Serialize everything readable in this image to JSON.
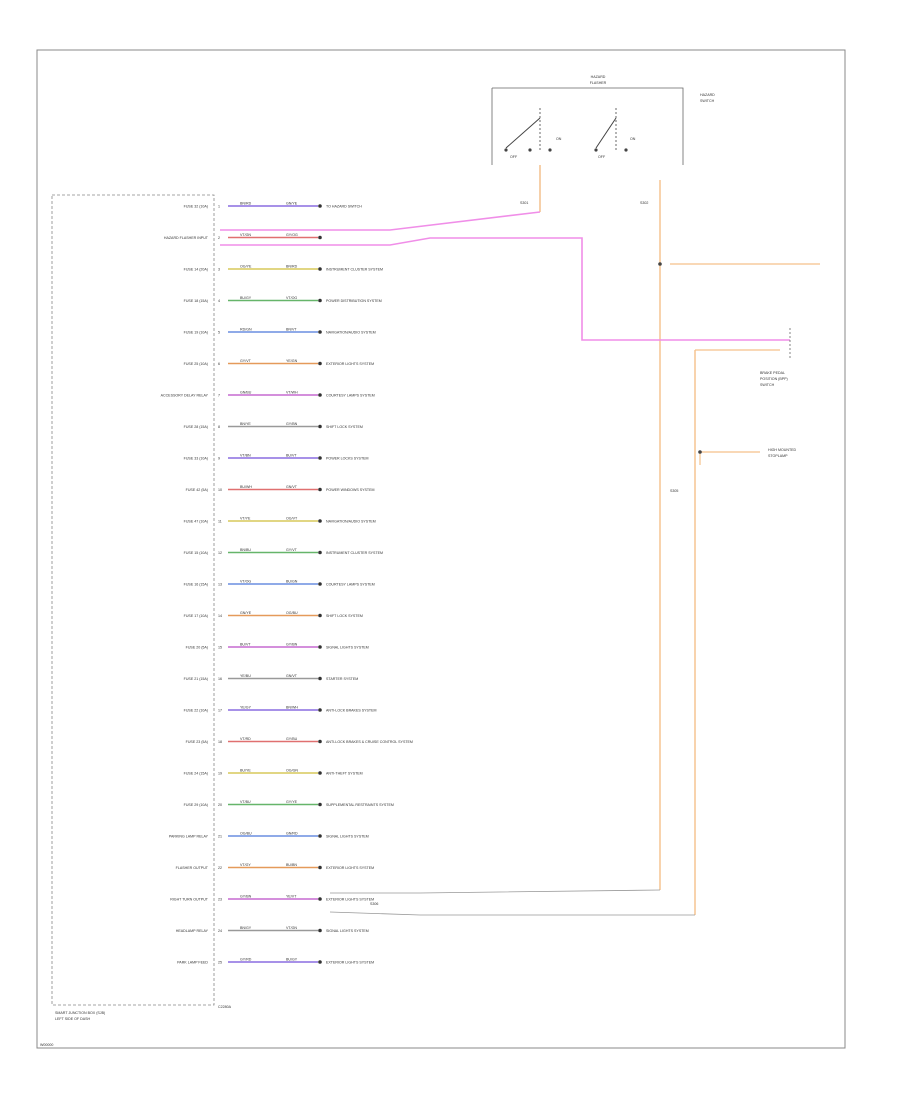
{
  "diagram": {
    "page_code": "W00000",
    "module_name_lines": [
      "SMART JUNCTION BOX (SJB)",
      "LEFT SIDE OF DASH"
    ],
    "module_code": "C2280A",
    "switch_title_lines": [
      "HAZARD",
      "FLASHER",
      "SWITCH"
    ],
    "switch_box_title_lines": [
      "HAZARD",
      "SWITCH"
    ],
    "switch_contact_labels": [
      "OFF",
      "ON",
      "OFF",
      "ON"
    ],
    "splice_labels": [
      "S301",
      "S302",
      "S305",
      "S306"
    ],
    "right_component_1_lines": [
      "BRAKE PEDAL",
      "POSITION (BPP)",
      "SWITCH"
    ],
    "right_component_2_lines": [
      "HIGH MOUNTED",
      "STOPLAMP"
    ],
    "rows": [
      {
        "left": "FUSE 32 (10A)",
        "pin": "1",
        "wire1": "BN/RD",
        "wire2": "GN/YE",
        "dest": "TO HAZARD SWITCH"
      },
      {
        "left": "HAZARD FLASHER INPUT",
        "pin": "2",
        "wire1": "VT/GN",
        "wire2": "GY/OG",
        "dest": ""
      },
      {
        "left": "FUSE 14 (20A)",
        "pin": "3",
        "wire1": "OG/YE",
        "wire2": "BN/RD",
        "dest": "INSTRUMENT CLUSTER SYSTEM"
      },
      {
        "left": "FUSE 18 (15A)",
        "pin": "4",
        "wire1": "BU/GY",
        "wire2": "VT/OG",
        "dest": "POWER DISTRIBUTION SYSTEM"
      },
      {
        "left": "FUSE 19 (10A)",
        "pin": "5",
        "wire1": "RD/GN",
        "wire2": "BN/VT",
        "dest": "NAVIGATION/AUDIO SYSTEM"
      },
      {
        "left": "FUSE 25 (10A)",
        "pin": "6",
        "wire1": "GY/VT",
        "wire2": "YE/GN",
        "dest": "EXTERIOR LIGHTS SYSTEM"
      },
      {
        "left": "ACCESSORY DELAY RELAY",
        "pin": "7",
        "wire1": "GN/BU",
        "wire2": "VT/WH",
        "dest": "COURTESY LAMPS SYSTEM"
      },
      {
        "left": "FUSE 28 (15A)",
        "pin": "8",
        "wire1": "BN/YE",
        "wire2": "GY/BN",
        "dest": "SHIFT LOCK SYSTEM"
      },
      {
        "left": "FUSE 33 (10A)",
        "pin": "9",
        "wire1": "VT/BN",
        "wire2": "BU/VT",
        "dest": "POWER LOCKS SYSTEM"
      },
      {
        "left": "FUSE 42 (5A)",
        "pin": "10",
        "wire1": "BU/WH",
        "wire2": "GN/VT",
        "dest": "POWER WINDOWS SYSTEM"
      },
      {
        "left": "FUSE 47 (10A)",
        "pin": "11",
        "wire1": "VT/YE",
        "wire2": "OG/VT",
        "dest": "NAVIGATION/AUDIO SYSTEM"
      },
      {
        "left": "FUSE 15 (10A)",
        "pin": "12",
        "wire1": "BN/BU",
        "wire2": "GY/VT",
        "dest": "INSTRUMENT CLUSTER SYSTEM"
      },
      {
        "left": "FUSE 16 (15A)",
        "pin": "13",
        "wire1": "VT/OG",
        "wire2": "BU/GN",
        "dest": "COURTESY LAMPS SYSTEM"
      },
      {
        "left": "FUSE 17 (10A)",
        "pin": "14",
        "wire1": "GN/YE",
        "wire2": "OG/BU",
        "dest": "SHIFT LOCK SYSTEM"
      },
      {
        "left": "FUSE 20 (5A)",
        "pin": "15",
        "wire1": "BU/VT",
        "wire2": "GY/BN",
        "dest": "SIGNAL LIGHTS SYSTEM"
      },
      {
        "left": "FUSE 21 (15A)",
        "pin": "16",
        "wire1": "YE/BU",
        "wire2": "GN/VT",
        "dest": "STARTER SYSTEM"
      },
      {
        "left": "FUSE 22 (10A)",
        "pin": "17",
        "wire1": "YE/GY",
        "wire2": "BN/WH",
        "dest": "ANTI-LOCK BRAKES SYSTEM"
      },
      {
        "left": "FUSE 23 (5A)",
        "pin": "18",
        "wire1": "VT/RD",
        "wire2": "GY/BU",
        "dest": "ANTI-LOCK BRAKES & CRUISE CONTROL SYSTEM"
      },
      {
        "left": "FUSE 24 (15A)",
        "pin": "19",
        "wire1": "BU/YE",
        "wire2": "OG/GN",
        "dest": "ANTI-THEFT SYSTEM"
      },
      {
        "left": "FUSE 29 (10A)",
        "pin": "20",
        "wire1": "VT/BU",
        "wire2": "GY/YE",
        "dest": "SUPPLEMENTAL RESTRAINTS SYSTEM"
      },
      {
        "left": "PARKING LAMP RELAY",
        "pin": "21",
        "wire1": "OG/BU",
        "wire2": "GN/RD",
        "dest": "SIGNAL LIGHTS SYSTEM"
      },
      {
        "left": "FLASHER OUTPUT",
        "pin": "22",
        "wire1": "VT/GY",
        "wire2": "BU/BN",
        "dest": "EXTERIOR LIGHTS SYSTEM"
      },
      {
        "left": "RIGHT TURN OUTPUT",
        "pin": "23",
        "wire1": "GY/BN",
        "wire2": "YE/VT",
        "dest": "EXTERIOR LIGHTS SYSTEM"
      },
      {
        "left": "HEADLAMP RELAY",
        "pin": "24",
        "wire1": "BN/GY",
        "wire2": "VT/GN",
        "dest": "SIGNAL LIGHTS SYSTEM"
      },
      {
        "left": "PARK LAMP FEED",
        "pin": "25",
        "wire1": "GY/RD",
        "wire2": "BU/GY",
        "dest": "EXTERIOR LIGHTS SYSTEM"
      }
    ]
  }
}
